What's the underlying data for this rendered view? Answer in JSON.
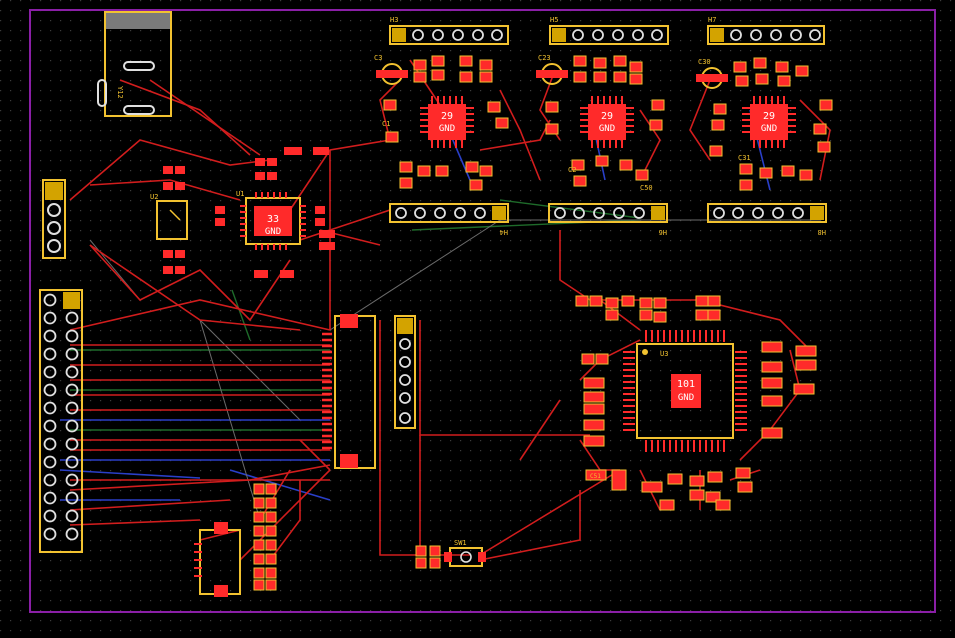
{
  "viewer": {
    "name": "pcb-layout-view"
  },
  "colors": {
    "background": "#000000",
    "grid_dot": "#3c3c3c",
    "board_outline": "#8a1fa6",
    "copper_top": "#d11d1d",
    "copper_bottom": "#2a3fc8",
    "copper_inner": "#1e6b2a",
    "ratsnest": "#6b6b6b",
    "silkscreen": "#f2c230",
    "pad": "#ff2a2a",
    "courtyard": "#c8c8c8"
  },
  "components": {
    "y1": {
      "ref": "Y12",
      "kind": "crystal"
    },
    "u1": {
      "ref": "U1",
      "pin_count": "33",
      "net": "GND"
    },
    "u2": {
      "ref": "U2"
    },
    "u3": {
      "ref": "U3",
      "pin_count": "101",
      "net": "GND"
    },
    "u4": {
      "pin_count": "29",
      "net": "GND"
    },
    "u5": {
      "pin_count": "29",
      "net": "GND"
    },
    "u6": {
      "pin_count": "29",
      "net": "GND"
    },
    "h3": {
      "ref": "H3"
    },
    "h5": {
      "ref": "H5"
    },
    "h7": {
      "ref": "H7"
    },
    "h4": {
      "ref": "H4"
    },
    "h6": {
      "ref": "H6"
    },
    "h8": {
      "ref": "H8"
    },
    "c3": {
      "ref": "C3"
    },
    "c23": {
      "ref": "C23"
    },
    "c30": {
      "ref": "C30"
    },
    "c1": {
      "ref": "C1"
    },
    "c2": {
      "ref": "C2"
    },
    "c31": {
      "ref": "C31"
    },
    "c50": {
      "ref": "C50"
    },
    "c51": {
      "ref": "C51"
    },
    "sw1": {
      "ref": "SW1"
    }
  }
}
